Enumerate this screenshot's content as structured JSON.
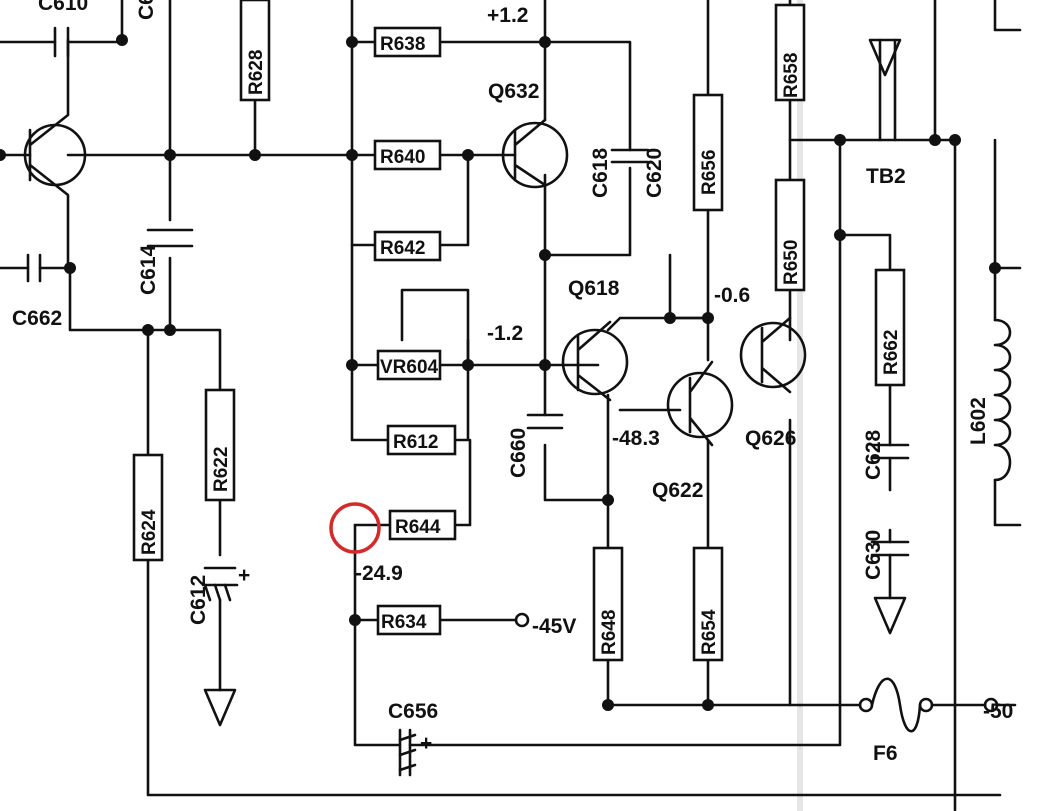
{
  "labels": {
    "c610": "C610",
    "c6x": "C6",
    "r628": "R628",
    "r638": "R638",
    "v_plus12": "+1.2",
    "q632": "Q632",
    "r640": "R640",
    "c618": "C618",
    "c620": "C620",
    "r656": "R656",
    "r658": "R658",
    "tb2": "TB2",
    "r650": "R650",
    "r642": "R642",
    "c614": "C614",
    "c662": "C662",
    "q618": "Q618",
    "v_minus06": "-0.6",
    "v_minus12": "-1.2",
    "vr604": "VR604",
    "r662": "R662",
    "l602": "L602",
    "r612": "R612",
    "v_minus483": "-48.3",
    "q626": "Q626",
    "c660": "C660",
    "r622": "R622",
    "r624": "R624",
    "q622": "Q622",
    "c628": "C628",
    "c630": "C630",
    "r644": "R644",
    "v_minus249": "-24.9",
    "c612": "C612",
    "r634": "R634",
    "v_minus45": "-45V",
    "r648": "R648",
    "r654": "R654",
    "c656": "C656",
    "f6": "F6",
    "v_minus50": "-50",
    "plus_c612": "+",
    "plus_c656": "+"
  },
  "colors": {
    "ink": "#111111",
    "paper": "#ffffff",
    "highlight": "#d42a2a"
  },
  "highlight": {
    "target": "R644 left terminal",
    "shape": "circle"
  }
}
